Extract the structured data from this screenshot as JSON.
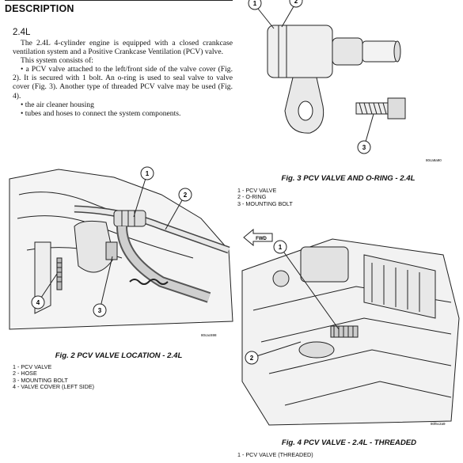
{
  "section": {
    "heading": "DESCRIPTION",
    "subheading": "2.4L",
    "intro": "The 2.4L 4-cylinder engine is equipped with a closed crankcase ventilation system and a Positive Crankcase Ventilation (PCV) valve.",
    "consists": "This system consists of:",
    "bullets": [
      "• a PCV valve attached to the left/front side of the valve cover (Fig. 2). It is secured with 1 bolt. An o-ring is used to seal valve to valve cover (Fig. 3). Another type of threaded PCV valve may be used (Fig. 4).",
      "• the air cleaner housing",
      "• tubes and hoses to connect the system components."
    ]
  },
  "fig2": {
    "caption": "Fig. 2 PCV VALVE LOCATION - 2.4L",
    "legend": [
      "1 - PCV VALVE",
      "2 - HOSE",
      "3 - MOUNTING BOLT",
      "4 - VALVE COVER (LEFT SIDE)"
    ],
    "callouts": [
      "1",
      "2",
      "3",
      "4"
    ],
    "code": "80cac698"
  },
  "fig3": {
    "caption": "Fig. 3 PCV VALVE AND O-RING - 2.4L",
    "legend": [
      "1 - PCV VALVE",
      "2 - O-RING",
      "3 - MOUNTING BOLT"
    ],
    "callouts": [
      "1",
      "2",
      "3"
    ],
    "code": "80ca9a90"
  },
  "fig4": {
    "caption": "Fig. 4 PCV VALVE - 2.4L - THREADED",
    "legend": [
      "1 - PCV VALVE (THREADED)"
    ],
    "callouts": [
      "1",
      "2"
    ],
    "fwd_label": "FWD",
    "code": "80f6c2a9"
  }
}
